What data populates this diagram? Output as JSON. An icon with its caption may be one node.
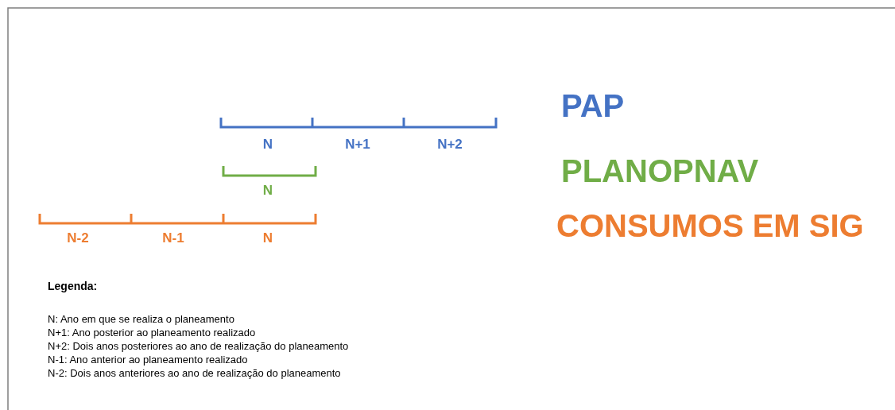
{
  "diagram": {
    "labels": [
      "PAP",
      "N",
      "N+1",
      "N+2",
      "PLANOPNAV",
      "N",
      "CONSUMOS EM SIG",
      "N-2",
      "N-1",
      "N",
      "Legenda:",
      "N: Ano em que se realiza o planeamento",
      "N+1: Ano posterior ao planeamento realizado",
      "N+2: Dois anos posteriores ao ano de realização do planeamento",
      "N-1: Ano anterior ao planeamento realizado",
      "N-2: Dois anos anteriores ao ano de realização do planeamento"
    ]
  }
}
